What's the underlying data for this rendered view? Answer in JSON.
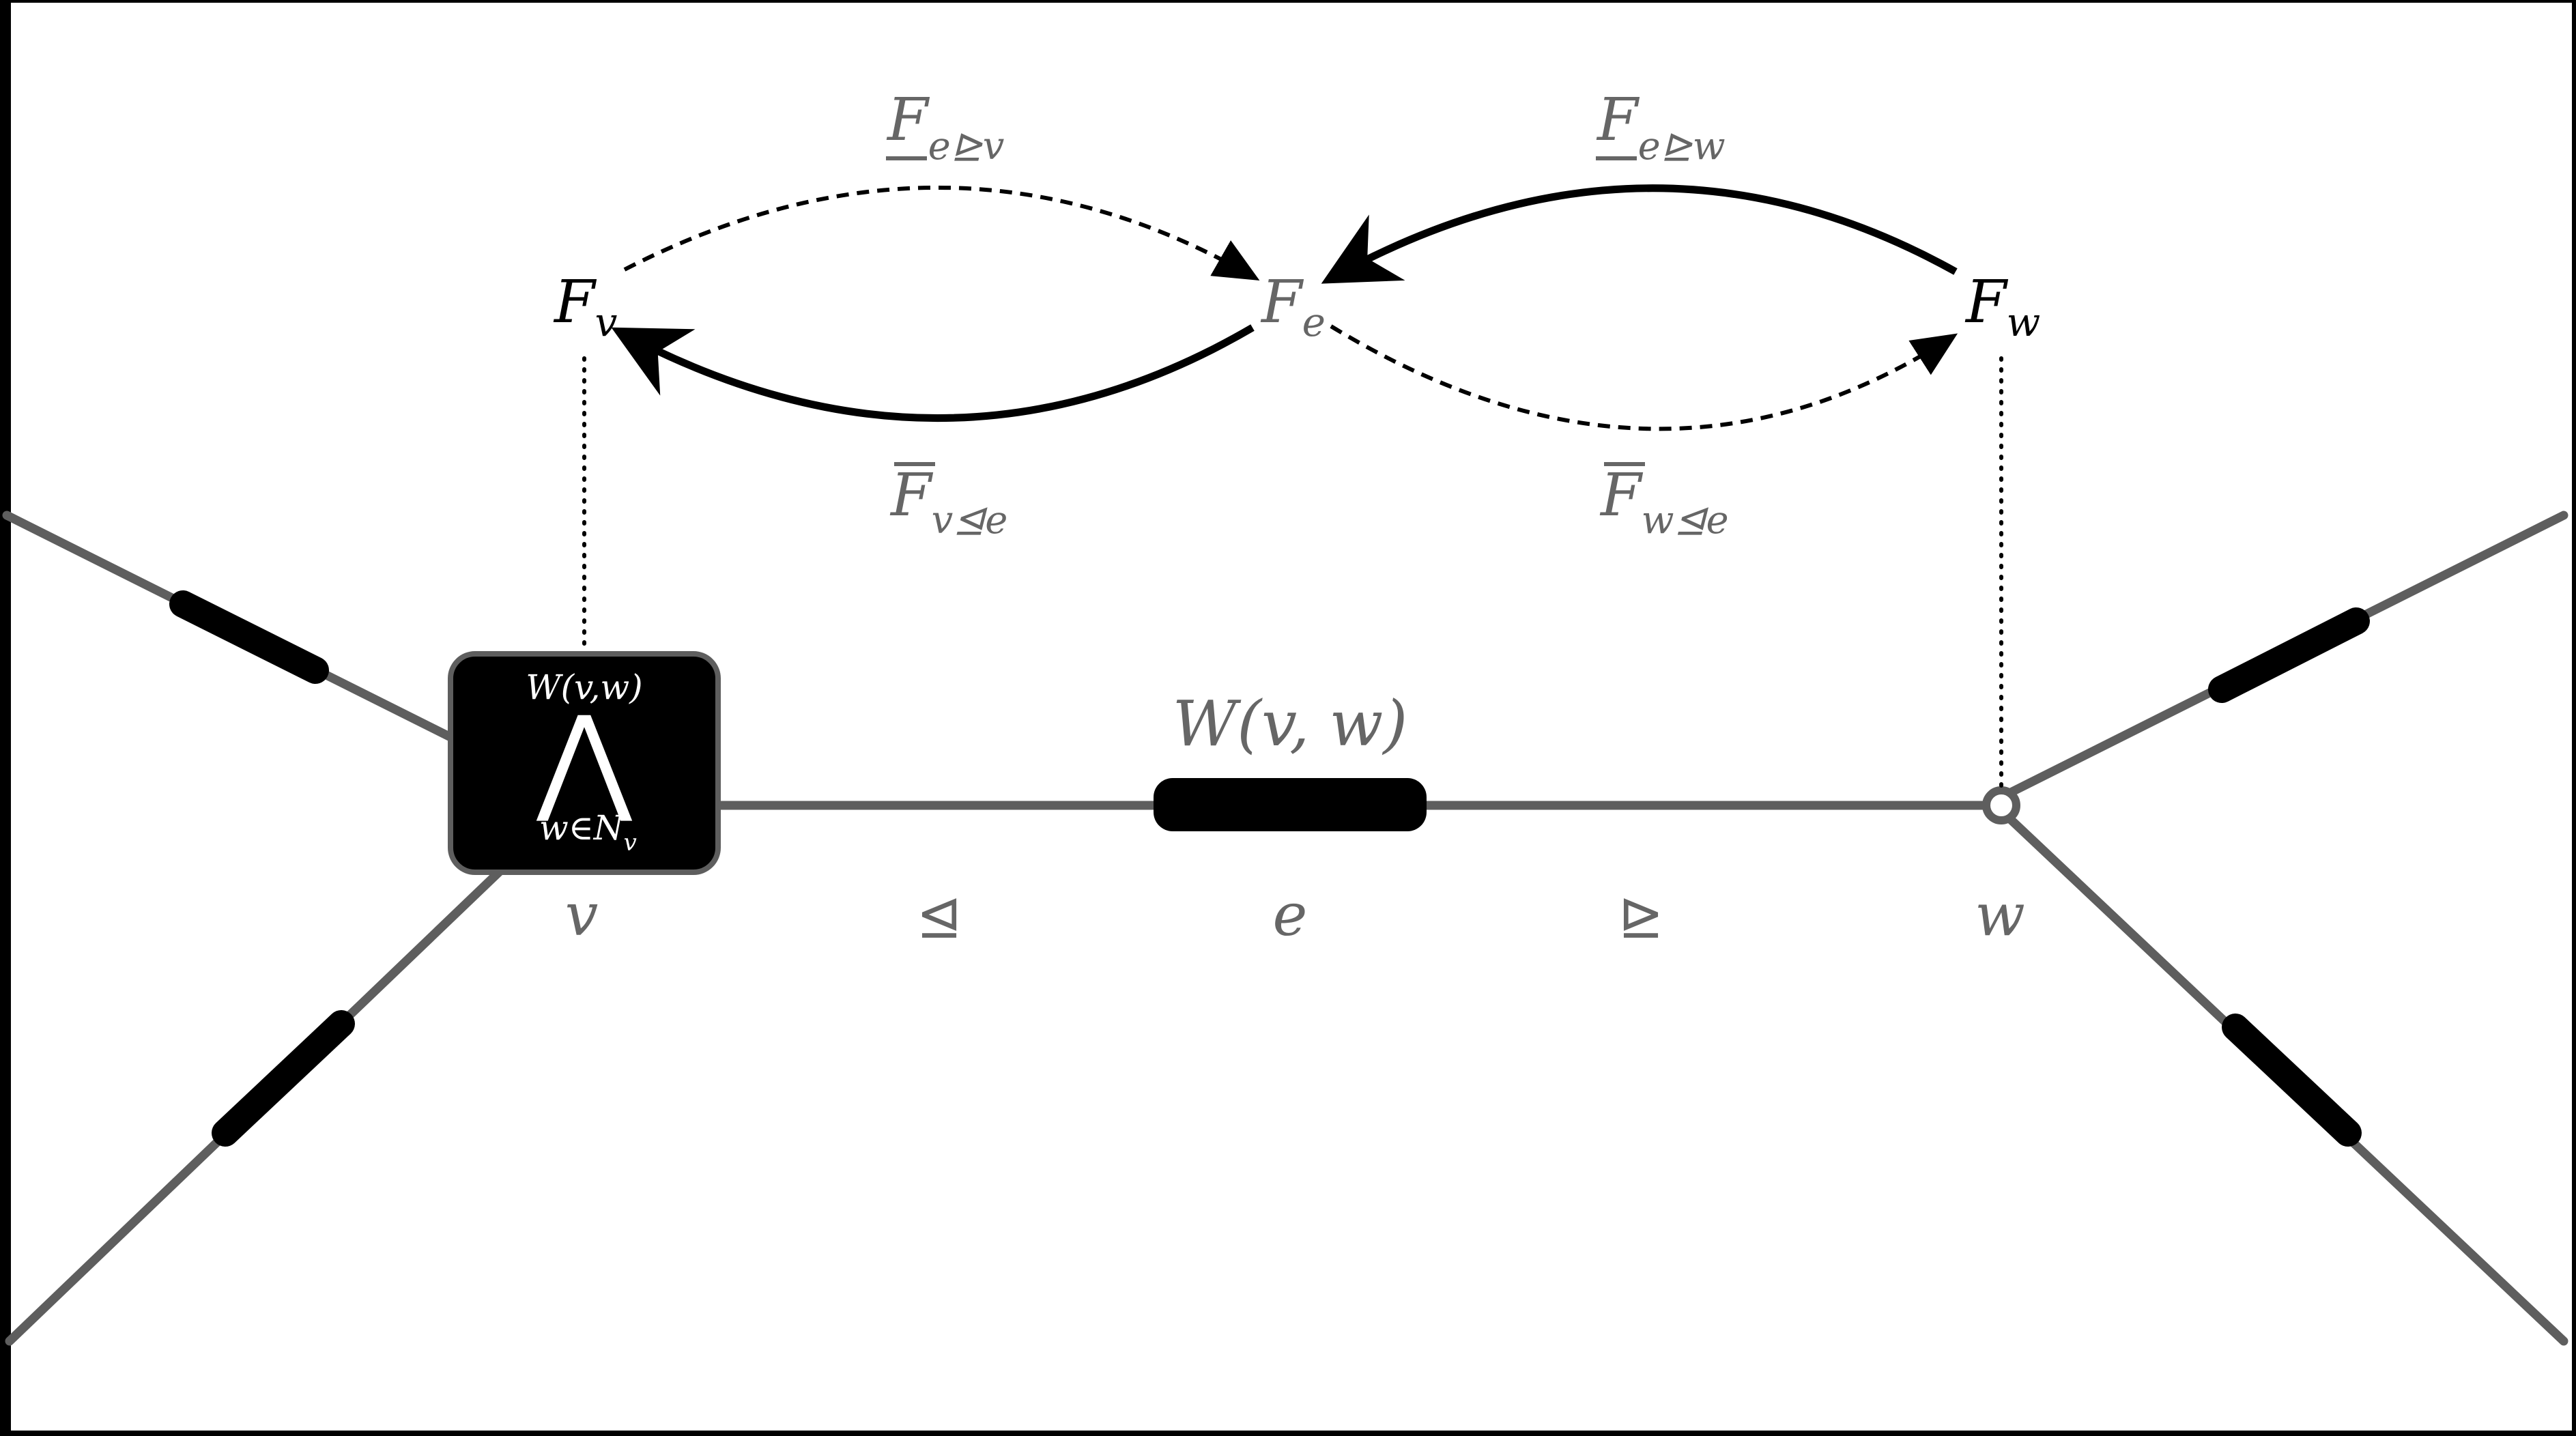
{
  "colors": {
    "frame": "#000000",
    "background": "#ffffff",
    "edge": "#5e5e5e",
    "label_grey": "#666666",
    "ink": "#000000"
  },
  "top_nodes": {
    "fv": {
      "base": "F",
      "sub": "v"
    },
    "fe": {
      "base": "F",
      "sub": "e"
    },
    "fw": {
      "base": "F",
      "sub": "w"
    }
  },
  "arrow_labels": {
    "e_to_v_underline": {
      "base": "F",
      "sub": "e⊵v"
    },
    "e_to_w_underline": {
      "base": "F",
      "sub": "e⊵w"
    },
    "v_from_e_overline": {
      "base": "F",
      "sub": "v⊴e"
    },
    "w_from_e_overline": {
      "base": "F",
      "sub": "w⊴e"
    }
  },
  "graph": {
    "vertex_v_box": {
      "top": "W(v,w)",
      "operator": "⋀",
      "bottom_base": "w∈N",
      "bottom_sub": "v"
    },
    "edge_weight_label": "W(v, w)",
    "bottom_labels": {
      "v": "v",
      "left_relation": "⊴",
      "e": "e",
      "right_relation": "⊵",
      "w": "w"
    }
  }
}
